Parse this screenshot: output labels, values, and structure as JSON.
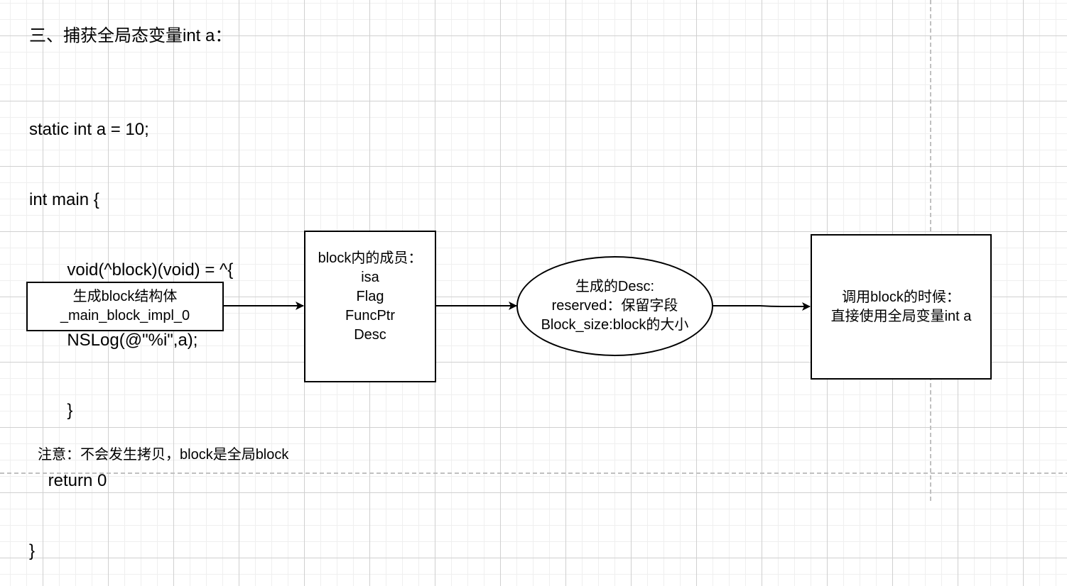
{
  "heading": "三、捕获全局态变量int a：",
  "code_lines": [
    "static int a = 10;",
    "int main {",
    "        void(^block)(void) = ^{",
    "        NSLog(@\"%i\",a);",
    "        }",
    "    return 0",
    "}"
  ],
  "nodes": {
    "struct": {
      "lines": [
        "生成block结构体",
        "_main_block_impl_0"
      ]
    },
    "members": {
      "lines": [
        "block内的成员：",
        "isa",
        "Flag",
        "FuncPtr",
        "Desc",
        ""
      ]
    },
    "desc": {
      "lines": [
        "生成的Desc:",
        "reserved：保留字段",
        "Block_size:block的大小"
      ]
    },
    "call": {
      "lines": [
        "调用block的时候：",
        "直接使用全局变量int a"
      ]
    }
  },
  "note": "注意：不会发生拷贝，block是全局block"
}
